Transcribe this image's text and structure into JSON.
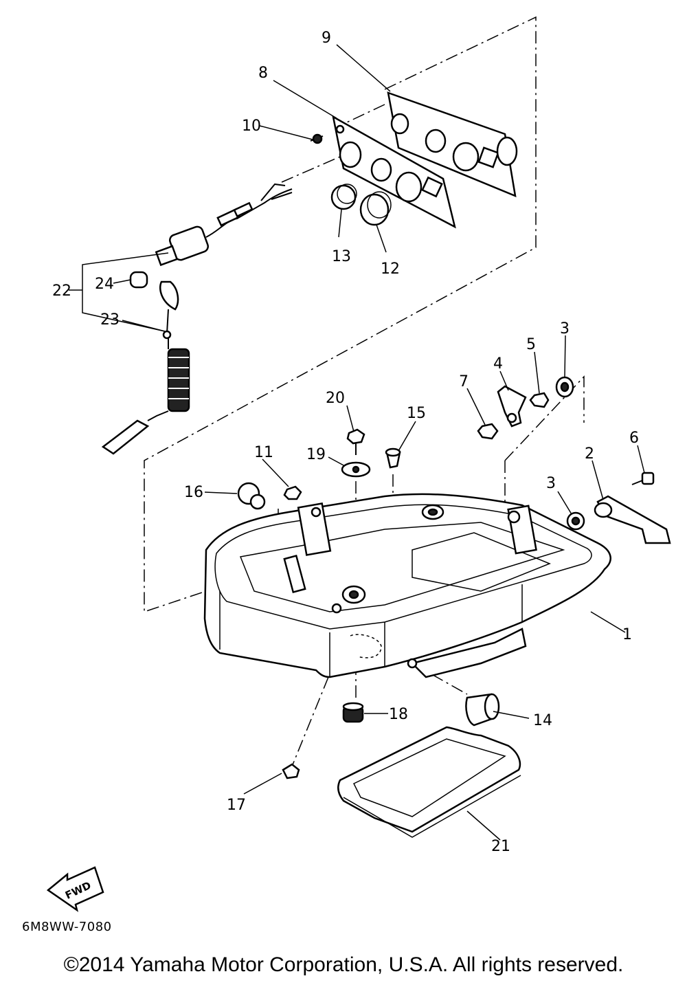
{
  "diagram": {
    "reference_code": "6M8WW-7080",
    "copyright": "©2014 Yamaha Motor Corporation, U.S.A. All rights reserved.",
    "fwd_label": "FWD",
    "callouts": [
      "1",
      "2",
      "3",
      "3",
      "4",
      "5",
      "6",
      "7",
      "8",
      "9",
      "10",
      "11",
      "12",
      "13",
      "14",
      "15",
      "16",
      "17",
      "18",
      "19",
      "20",
      "21",
      "22",
      "23",
      "24"
    ]
  }
}
